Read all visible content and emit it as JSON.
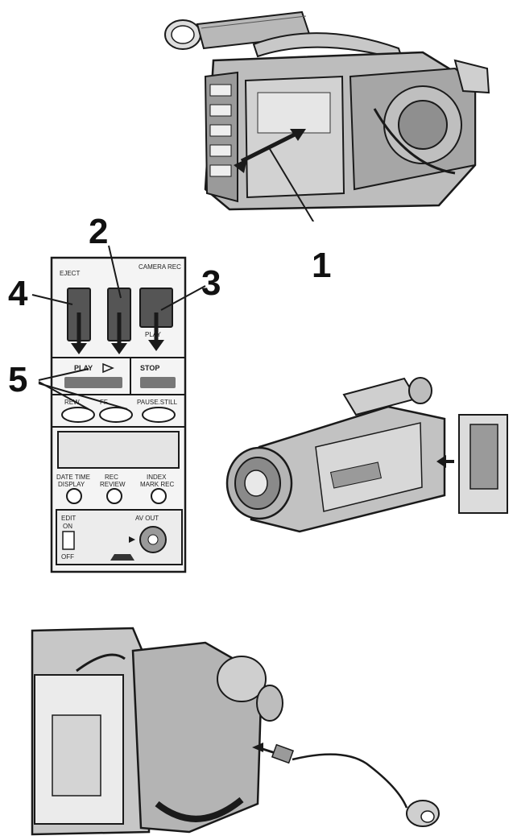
{
  "callouts": {
    "c1": "1",
    "c2": "2",
    "c3": "3",
    "c4": "4",
    "c5": "5"
  },
  "panel": {
    "eject": "EJECT",
    "rew_fwd": "",
    "camera_rec": "CAMERA REC",
    "vcr_play": "PLAY",
    "play": "PLAY",
    "stop": "STOP",
    "rew": "REW",
    "ff": "FF",
    "pause_still": "PAUSE.STILL",
    "date_time_display_line1": "DATE TIME",
    "date_time_display_line2": "DISPLAY",
    "rec_review_line1": "REC",
    "rec_review_line2": "REVIEW",
    "index_mark_rec_line1": "INDEX",
    "index_mark_rec_line2": "MARK REC",
    "edit": "EDIT",
    "on": "ON",
    "off": "OFF",
    "av_out": "AV OUT"
  },
  "colors": {
    "ink": "#1a1a1a",
    "paper": "#ffffff",
    "shade": "#9a9a9a",
    "light_shade": "#cfcfcf"
  }
}
